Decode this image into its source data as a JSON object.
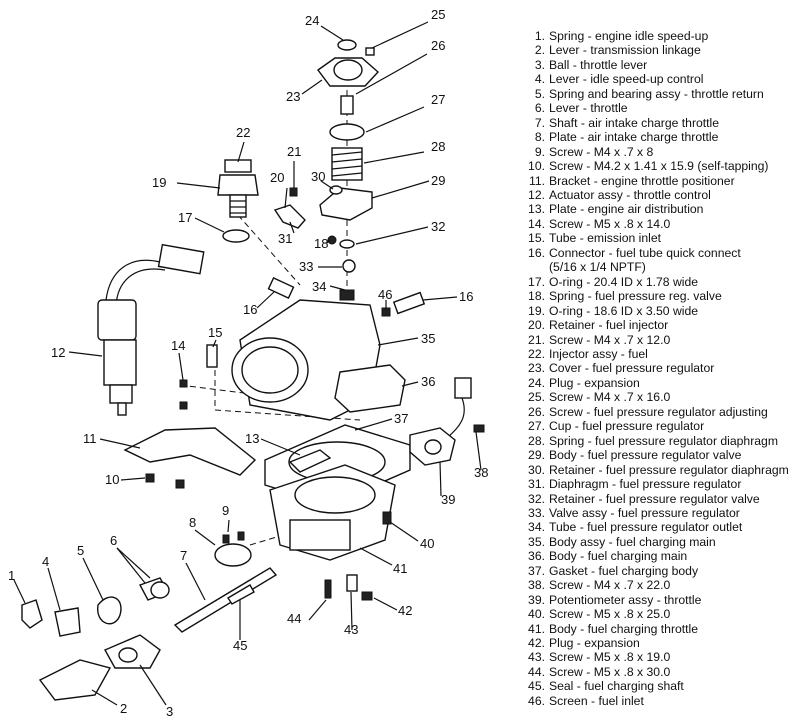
{
  "legend": [
    {
      "num": "1.",
      "text": "Spring - engine idle speed-up"
    },
    {
      "num": "2.",
      "text": "Lever - transmission linkage"
    },
    {
      "num": "3.",
      "text": "Ball - throttle lever"
    },
    {
      "num": "4.",
      "text": "Lever - idle speed-up control"
    },
    {
      "num": "5.",
      "text": "Spring and bearing assy - throttle return"
    },
    {
      "num": "6.",
      "text": "Lever - throttle"
    },
    {
      "num": "7.",
      "text": "Shaft - air intake charge throttle"
    },
    {
      "num": "8.",
      "text": "Plate - air intake charge throttle"
    },
    {
      "num": "9.",
      "text": "Screw - M4 x .7 x 8"
    },
    {
      "num": "10.",
      "text": "Screw - M4.2 x 1.41 x 15.9 (self-tapping)"
    },
    {
      "num": "11.",
      "text": "Bracket - engine throttle positioner"
    },
    {
      "num": "12.",
      "text": "Actuator assy - throttle control"
    },
    {
      "num": "13.",
      "text": "Plate - engine air distribution"
    },
    {
      "num": "14.",
      "text": "Screw - M5 x .8 x 14.0"
    },
    {
      "num": "15.",
      "text": "Tube - emission inlet"
    },
    {
      "num": "16.",
      "text": "Connector - fuel tube quick connect",
      "sub": "(5/16 x 1/4 NPTF)"
    },
    {
      "num": "17.",
      "text": "O-ring - 20.4 ID x 1.78 wide"
    },
    {
      "num": "18.",
      "text": "Spring - fuel pressure reg. valve"
    },
    {
      "num": "19.",
      "text": "O-ring - 18.6 ID x 3.50 wide"
    },
    {
      "num": "20.",
      "text": "Retainer - fuel injector"
    },
    {
      "num": "21.",
      "text": "Screw - M4 x .7 x 12.0"
    },
    {
      "num": "22.",
      "text": "Injector assy - fuel"
    },
    {
      "num": "23.",
      "text": "Cover - fuel pressure regulator"
    },
    {
      "num": "24.",
      "text": "Plug - expansion"
    },
    {
      "num": "25.",
      "text": "Screw - M4 x .7 x 16.0"
    },
    {
      "num": "26.",
      "text": "Screw - fuel pressure regulator adjusting"
    },
    {
      "num": "27.",
      "text": "Cup - fuel pressure regulator"
    },
    {
      "num": "28.",
      "text": "Spring - fuel pressure regulator diaphragm"
    },
    {
      "num": "29.",
      "text": "Body - fuel pressure regulator valve"
    },
    {
      "num": "30.",
      "text": "Retainer - fuel pressure regulator diaphragm"
    },
    {
      "num": "31.",
      "text": "Diaphragm - fuel pressure regulator"
    },
    {
      "num": "32.",
      "text": "Retainer - fuel pressure regulator valve"
    },
    {
      "num": "33.",
      "text": "Valve assy - fuel pressure regulator"
    },
    {
      "num": "34.",
      "text": "Tube - fuel pressure regulator outlet"
    },
    {
      "num": "35.",
      "text": "Body assy - fuel charging main"
    },
    {
      "num": "36.",
      "text": "Body - fuel charging main"
    },
    {
      "num": "37.",
      "text": "Gasket - fuel charging body"
    },
    {
      "num": "38.",
      "text": "Screw - M4 x .7 x 22.0"
    },
    {
      "num": "39.",
      "text": "Potentiometer assy - throttle"
    },
    {
      "num": "40.",
      "text": "Screw - M5 x .8 x 25.0"
    },
    {
      "num": "41.",
      "text": "Body - fuel charging throttle"
    },
    {
      "num": "42.",
      "text": "Plug - expansion"
    },
    {
      "num": "43.",
      "text": "Screw - M5 x .8 x 19.0"
    },
    {
      "num": "44.",
      "text": "Screw - M5 x .8 x 30.0"
    },
    {
      "num": "45.",
      "text": "Seal - fuel charging shaft"
    },
    {
      "num": "46.",
      "text": "Screen - fuel inlet"
    }
  ],
  "callouts": {
    "c1": "1",
    "c2": "2",
    "c3": "3",
    "c4": "4",
    "c5": "5",
    "c6": "6",
    "c7": "7",
    "c8": "8",
    "c9": "9",
    "c10": "10",
    "c11": "11",
    "c12": "12",
    "c13": "13",
    "c14": "14",
    "c15": "15",
    "c16a": "16",
    "c16b": "16",
    "c17": "17",
    "c18": "18",
    "c19": "19",
    "c20": "20",
    "c21": "21",
    "c22": "22",
    "c23": "23",
    "c24": "24",
    "c25": "25",
    "c26": "26",
    "c27": "27",
    "c28": "28",
    "c29": "29",
    "c30": "30",
    "c31": "31",
    "c32": "32",
    "c33": "33",
    "c34": "34",
    "c35": "35",
    "c36": "36",
    "c37": "37",
    "c38": "38",
    "c39": "39",
    "c40": "40",
    "c41": "41",
    "c42": "42",
    "c43": "43",
    "c44": "44",
    "c45": "45",
    "c46": "46"
  }
}
